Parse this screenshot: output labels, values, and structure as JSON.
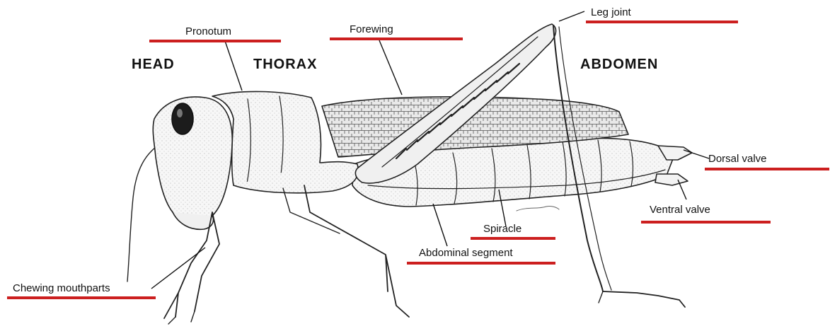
{
  "regions": {
    "head": "HEAD",
    "thorax": "THORAX",
    "abdomen": "ABDOMEN"
  },
  "labels": {
    "pronotum": "Pronotum",
    "forewing": "Forewing",
    "leg_joint": "Leg joint",
    "dorsal_valve": "Dorsal valve",
    "ventral_valve": "Ventral valve",
    "spiracle": "Spiracle",
    "abdominal_segment": "Abdominal segment",
    "chewing_mouthparts": "Chewing mouthparts"
  },
  "colors": {
    "underline": "#cc1f1f",
    "ink": "#111111",
    "body_fill": "#f6f6f6"
  }
}
